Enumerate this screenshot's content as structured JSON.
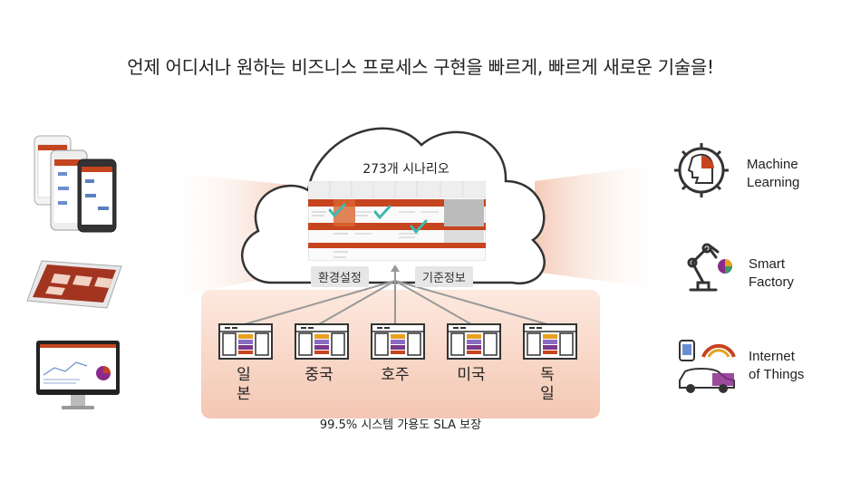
{
  "headline": "언제 어디서나 원하는 비즈니스 프로세스 구현을 빠르게, 빠르게 새로운 기술을!",
  "cloud": {
    "title": "273개 시나리오",
    "tags": [
      "환경설정",
      "기준정보"
    ]
  },
  "regions": [
    {
      "label": "일\n본"
    },
    {
      "label": "중국"
    },
    {
      "label": "호주"
    },
    {
      "label": "미국"
    },
    {
      "label": "독\n일"
    }
  ],
  "sla": "99.5% 시스템 가용도 SLA 보장",
  "features": [
    {
      "label": "Machine\nLearning",
      "icon": "ai-brain-gear-icon"
    },
    {
      "label": "Smart\nFactory",
      "icon": "robot-arm-icon"
    },
    {
      "label": "Internet\nof Things",
      "icon": "connected-car-icon"
    }
  ],
  "devices": [
    {
      "icon": "mobile-phones-icon"
    },
    {
      "icon": "tablet-icon"
    },
    {
      "icon": "desktop-monitor-icon"
    }
  ],
  "colors": {
    "accent": "#c6441e",
    "glow": "#f6d6c8",
    "check": "#3fb8b0"
  }
}
